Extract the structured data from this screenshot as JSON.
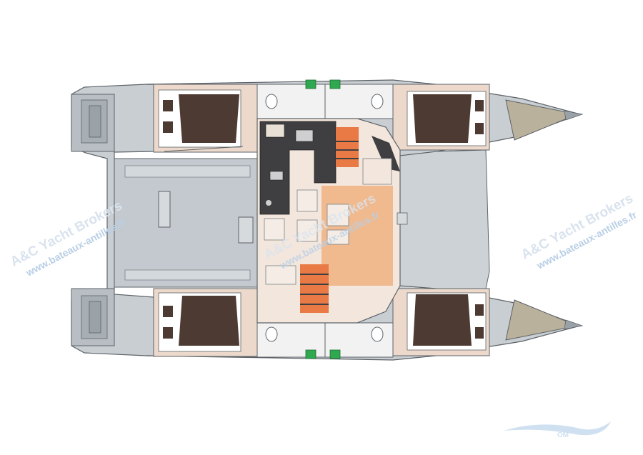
{
  "watermark": {
    "left": {
      "line1": "A&C Yacht Brokers",
      "line2": "www.bateaux-antilles.fr"
    },
    "center": {
      "line1": "A&C Yacht Brokers",
      "line2": "www.bateaux-antilles.fr"
    },
    "right": {
      "line1": "A&C Yacht Brokers",
      "line2": "www.bateaux-antilles.fr"
    },
    "logo_text": "OM"
  },
  "colors": {
    "hull_deck": "#c9ced3",
    "hull_outline": "#5d6368",
    "bunk": "#4d3b33",
    "wood_floor": "#ecd9cb",
    "salon_floor": "#f0b98e",
    "galley_counter": "#3f3f42",
    "steps": "#e97a45",
    "head_floor": "#f2f2f2",
    "fixture_green": "#2fa84f",
    "trampoline": "#b9b19b",
    "watermark": "#b9cfe6"
  }
}
